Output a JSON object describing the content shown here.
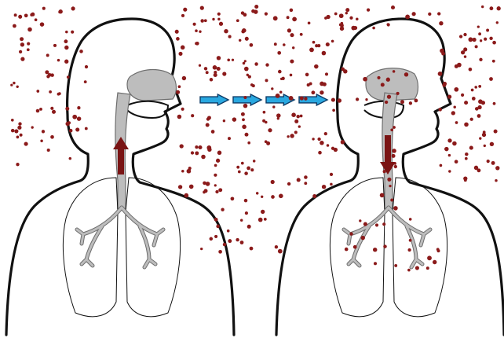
{
  "diagram": {
    "colors": {
      "background": "#ffffff",
      "outline": "#111111",
      "airway_fill": "#bdbdbd",
      "airway_stroke": "#6e6e6e",
      "particle": "#8b1a1a",
      "particle_arrow": "#7a1414",
      "flow_arrow_fill": "#29a8e0",
      "flow_arrow_stroke": "#0d3b66"
    },
    "figures": [
      {
        "name": "person-left",
        "role": "emitter"
      },
      {
        "name": "person-right",
        "role": "receiver"
      }
    ],
    "flow_arrows": {
      "count": 4,
      "direction": "left-to-right"
    },
    "particles": {
      "density": "high",
      "seed": 7
    }
  }
}
